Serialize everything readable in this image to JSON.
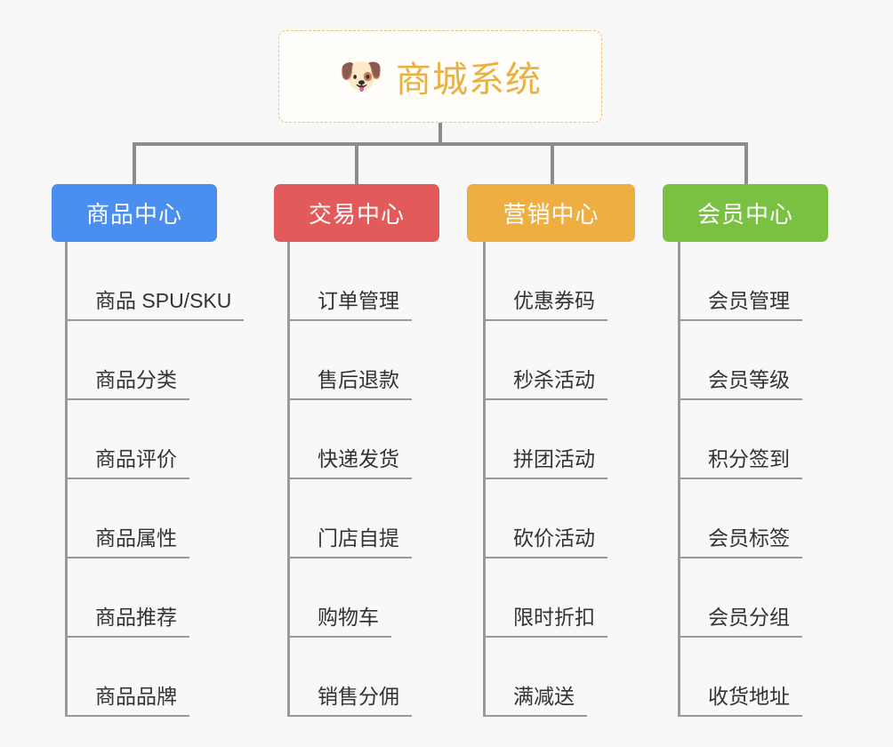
{
  "canvas": {
    "background_color": "#f8f8f8",
    "connector_color": "#8c8c8c",
    "leaf_line_color": "#9a9a9a"
  },
  "root": {
    "title": "商城系统",
    "icon": "dog-face-emoji",
    "icon_glyph": "🐶",
    "text_color": "#eab040",
    "border_color": "#f0c070",
    "background_color": "#fffefb"
  },
  "branches": [
    {
      "id": "product-center",
      "label": "商品中心",
      "color": "#4a8ef0",
      "items": [
        "商品 SPU/SKU",
        "商品分类",
        "商品评价",
        "商品属性",
        "商品推荐",
        "商品品牌"
      ]
    },
    {
      "id": "trade-center",
      "label": "交易中心",
      "color": "#e25a5a",
      "items": [
        "订单管理",
        "售后退款",
        "快递发货",
        "门店自提",
        "购物车",
        "销售分佣"
      ]
    },
    {
      "id": "marketing-center",
      "label": "营销中心",
      "color": "#eeae42",
      "items": [
        "优惠券码",
        "秒杀活动",
        "拼团活动",
        "砍价活动",
        "限时折扣",
        "满减送"
      ]
    },
    {
      "id": "member-center",
      "label": "会员中心",
      "color": "#7ac143",
      "items": [
        "会员管理",
        "会员等级",
        "积分签到",
        "会员标签",
        "会员分组",
        "收货地址"
      ]
    }
  ]
}
